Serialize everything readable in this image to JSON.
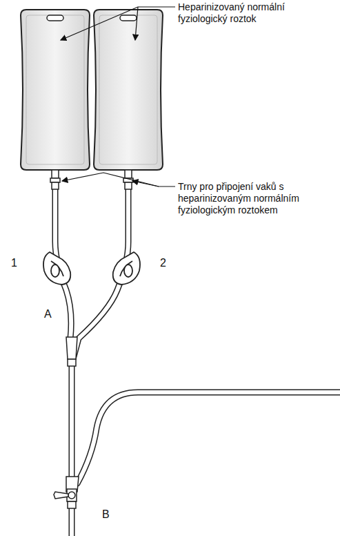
{
  "diagram": {
    "labels": [
      "Heparinizovaný normální fyziologický roztok",
      "Trny pro připojení vaků s heparinizovaným normálním fyziologickým roztokem",
      "1",
      "2",
      "A",
      "B"
    ]
  }
}
